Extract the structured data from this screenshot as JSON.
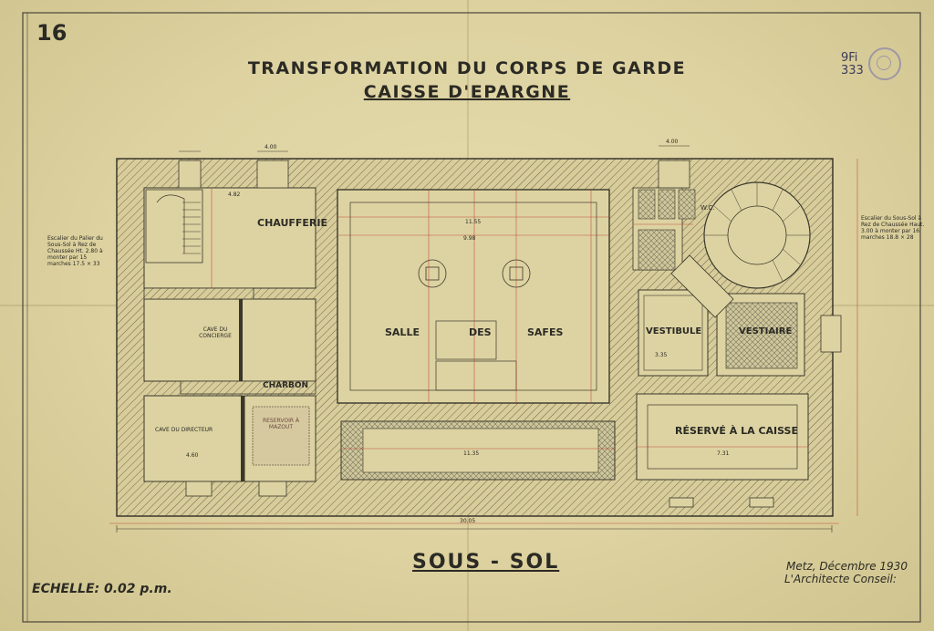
{
  "sheet_number": "16",
  "title_line1": "Transformation du Corps de Garde",
  "title_line2": "Caisse d'Epargne",
  "archive_ref_line1": "9Fi",
  "archive_ref_line2": "333",
  "level_label": "Sous - Sol",
  "scale_label": "ECHELLE: 0.02 p.m.",
  "signature_line1": "Metz, Décembre 1930",
  "signature_line2": "L'Architecte Conseil:",
  "rooms": {
    "chaufferie": "Chaufferie",
    "cave_concierge": "Cave du Concierge",
    "charbon": "Charbon",
    "cave_directeur": "Cave du Directeur",
    "reservoir": "Reservoir à Mazout",
    "salle": "Salle",
    "des": "des",
    "safes": "Safes",
    "vestibule": "Vestibule",
    "vestiaire": "Vestiaire",
    "wc": "W.C.",
    "reserve_caisse": "Réservé à la Caisse"
  },
  "notes": {
    "left_stair": "Escalier du Palier du Sous-Sol à Rez de Chaussée Ht. 2.80 à monter par 15 marches 17.5 × 33",
    "right_stair": "Escalier du Sous-Sol à Rez de Chaussée Haut. 3.00 à monter par 16 marches 18.8 × 28"
  },
  "dimensions": {
    "overall_width": "30.05",
    "chaufferie_w": "4.82",
    "cave_dir_w": "4.60",
    "salle_w": "11.55",
    "safes_inner": "9.98",
    "reserve_w": "7.31",
    "strip_w": "11.35",
    "vestibule_h": "3.35",
    "top_left_chimney": "4.00",
    "top_right_chimney": "4.00"
  }
}
